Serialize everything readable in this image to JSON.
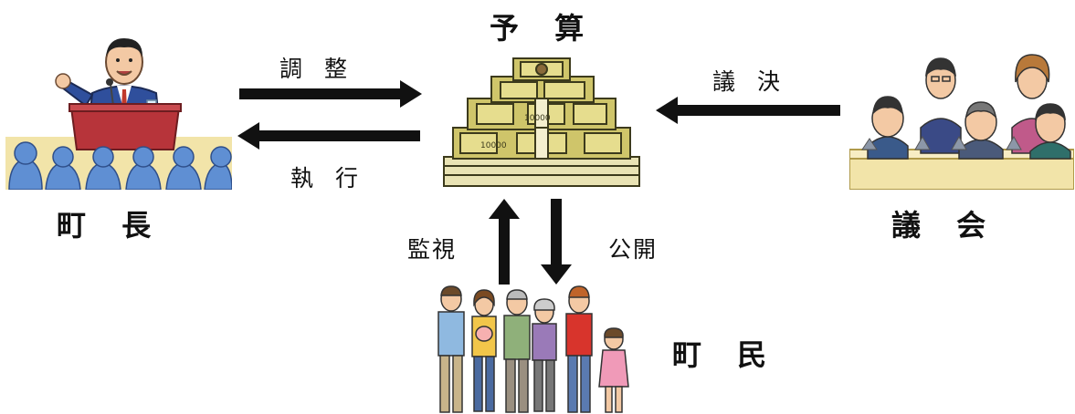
{
  "nodes": {
    "budget": "予 算",
    "mayor": "町 長",
    "council": "議 会",
    "citizens": "町 民"
  },
  "arrows": {
    "adjust": "調 整",
    "execute": "執 行",
    "resolution": "議 決",
    "monitor": "監視",
    "disclose": "公開"
  },
  "banknote_label": "10000",
  "colors": {
    "arrow": "#111111",
    "money": "#cfc56a",
    "podium": "#b7343a",
    "audience": "#5f8fd3",
    "floor": "#f2e4a9"
  }
}
